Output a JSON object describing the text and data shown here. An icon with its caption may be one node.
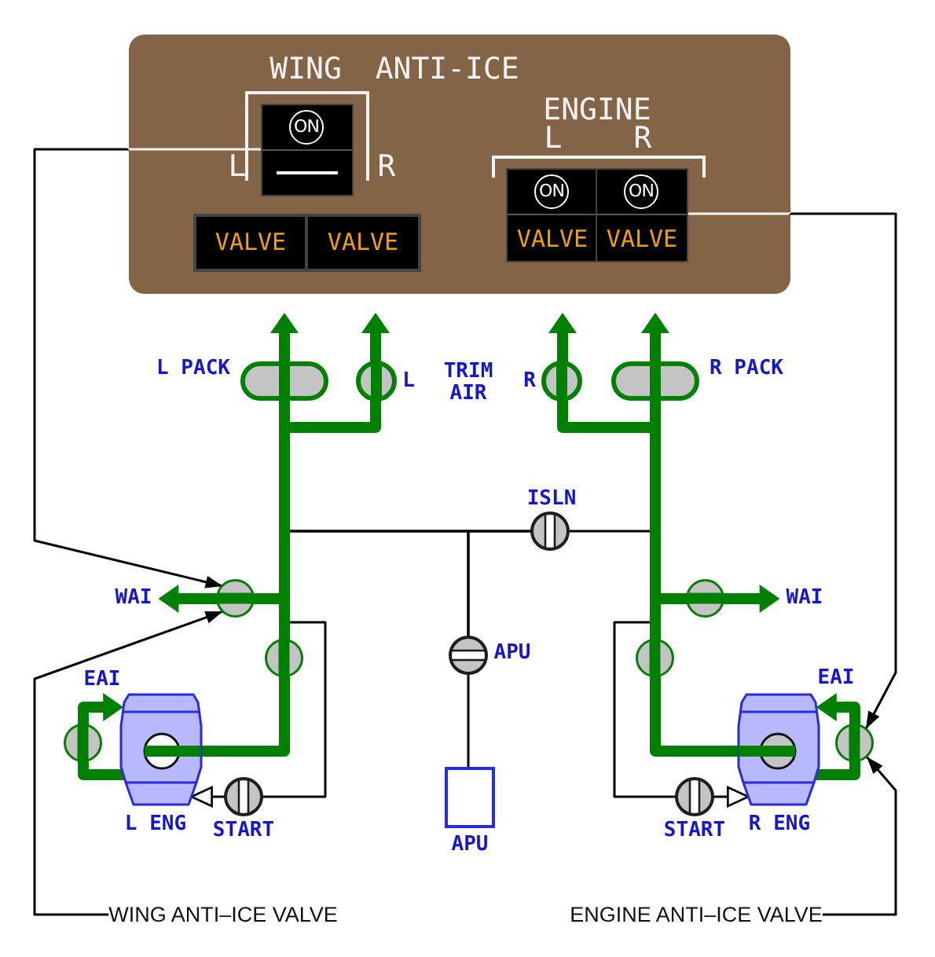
{
  "diagram": {
    "nodes": [
      {
        "text": [],
        "shape": "box"
      },
      {
        "text": [
          "ON"
        ],
        "in": 0
      },
      {
        "text": [
          "VALVE"
        ],
        "in": 0
      },
      {
        "text": [
          "VALVE"
        ],
        "in": 0
      },
      {
        "text": [
          "ON",
          "VALVE"
        ],
        "in": 0
      },
      {
        "text": [
          "ON",
          "VALVE"
        ],
        "in": 0
      },
      {
        "text": [
          "L PACK"
        ]
      },
      {
        "text": [
          "L"
        ]
      },
      {
        "text": [
          "R"
        ]
      },
      {
        "text": [
          "R PACK"
        ]
      },
      {
        "text": [
          "ISLN"
        ]
      },
      {
        "text": [
          "WAI"
        ]
      },
      {
        "text": [],
        "shape": "circle"
      },
      {
        "text": [],
        "shape": "circle"
      },
      {
        "text": [
          "WAI"
        ]
      },
      {
        "text": [],
        "shape": "circle"
      },
      {
        "text": [
          "APU"
        ]
      },
      {
        "text": [],
        "shape": "circle"
      },
      {
        "text": [],
        "shape": "circle"
      },
      {
        "text": [
          "L ENG"
        ]
      },
      {
        "text": [
          "START"
        ]
      },
      {
        "text": [
          "APU"
        ]
      },
      {
        "text": [
          "START"
        ]
      },
      {
        "text": [
          "R ENG"
        ]
      },
      {
        "text": [],
        "shape": "circle"
      },
      {
        "text": [
          "WING ANTI–ICE VALVE"
        ]
      },
      {
        "text": [
          "ENGINE ANTI–ICE VALVE"
        ]
      }
    ],
    "edges": [
      {
        "from": 19,
        "to": 15,
        "arrow": "none"
      },
      {
        "from": 15,
        "to": 12,
        "arrow": "none"
      },
      {
        "from": 12,
        "to": 11,
        "arrow": "to"
      },
      {
        "from": 15,
        "to": 6,
        "arrow": "none"
      },
      {
        "from": 6,
        "to": null,
        "arrow": "to"
      },
      {
        "from": 15,
        "to": 7,
        "arrow": "none"
      },
      {
        "from": 7,
        "to": null,
        "arrow": "to"
      },
      {
        "from": 19,
        "to": 18,
        "arrow": "none"
      },
      {
        "from": 18,
        "to": 19,
        "arrow": "to",
        "label": "EAI"
      },
      {
        "from": 23,
        "to": 17,
        "arrow": "none"
      },
      {
        "from": 17,
        "to": 13,
        "arrow": "none"
      },
      {
        "from": 13,
        "to": 14,
        "arrow": "to"
      },
      {
        "from": 17,
        "to": 9,
        "arrow": "none"
      },
      {
        "from": 9,
        "to": null,
        "arrow": "to"
      },
      {
        "from": 17,
        "to": 8,
        "arrow": "none"
      },
      {
        "from": 8,
        "to": null,
        "arrow": "to"
      },
      {
        "from": 23,
        "to": 24,
        "arrow": "none"
      },
      {
        "from": 24,
        "to": 23,
        "arrow": "to",
        "label": "EAI"
      },
      {
        "from": 15,
        "to": 10,
        "arrow": "none",
        "color": "#000000"
      },
      {
        "from": 10,
        "to": 17,
        "arrow": "none",
        "color": "#000000"
      },
      {
        "from": 21,
        "to": 16,
        "arrow": "none",
        "color": "#000000"
      },
      {
        "from": 16,
        "to": 15,
        "arrow": "none",
        "color": "#000000"
      },
      {
        "from": 16,
        "to": 10,
        "arrow": "none",
        "color": "#000000"
      },
      {
        "from": 15,
        "to": 20,
        "arrow": "none",
        "color": "#000000"
      },
      {
        "from": 20,
        "to": 19,
        "arrow": "to",
        "color": "#000000"
      },
      {
        "from": 17,
        "to": 22,
        "arrow": "none",
        "color": "#000000"
      },
      {
        "from": 22,
        "to": 23,
        "arrow": "to",
        "color": "#000000"
      },
      {
        "from": 1,
        "to": 12,
        "arrow": "to",
        "color": "#000000"
      },
      {
        "from": 25,
        "to": 12,
        "arrow": "to",
        "color": "#000000"
      },
      {
        "from": 5,
        "to": 24,
        "arrow": "to",
        "color": "#000000"
      },
      {
        "from": 26,
        "to": 24,
        "arrow": "to",
        "color": "#000000"
      }
    ],
    "labels": [
      "WING ANTI-ICE",
      "ENGINE",
      "L",
      "R",
      "L",
      "R",
      "TRIM AIR"
    ]
  }
}
